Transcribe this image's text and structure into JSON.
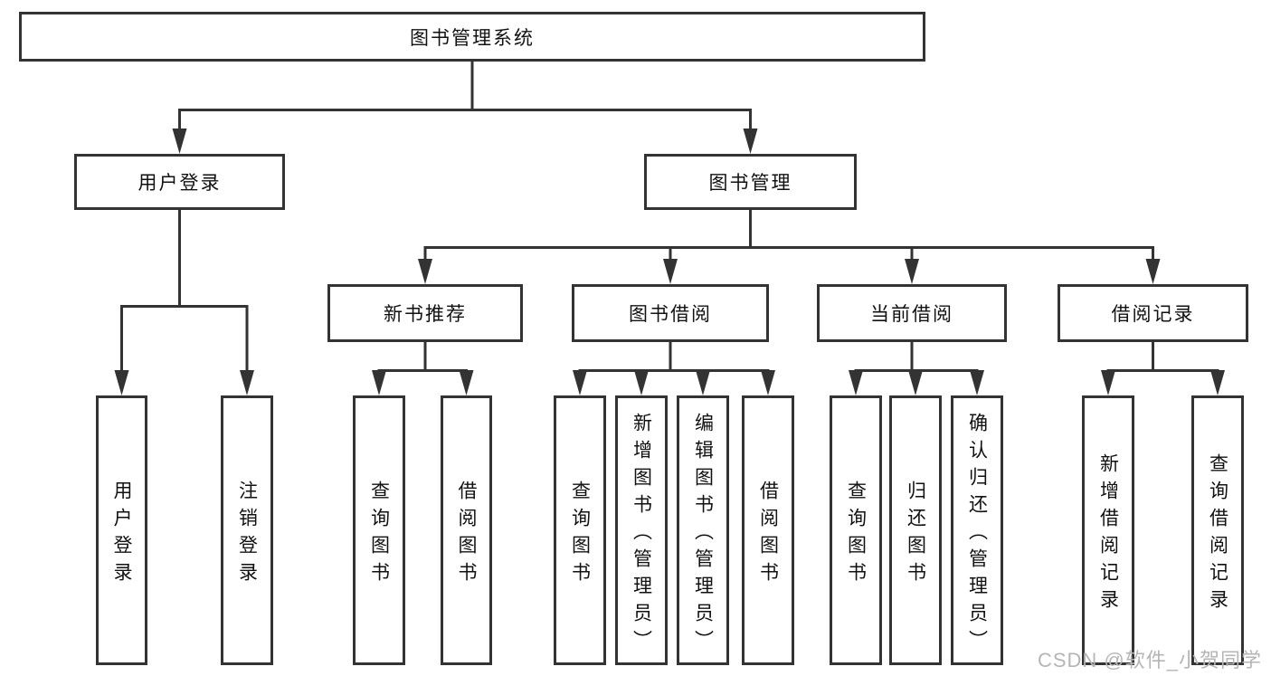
{
  "diagram_type": "tree-diagram",
  "nodes": {
    "root": "图书管理系统",
    "user_login": "用户登录",
    "book_mgmt": "图书管理",
    "new_book_rec": "新书推荐",
    "book_borrow": "图书借阅",
    "current_borrow": "当前借阅",
    "borrow_records": "借阅记录",
    "leaf_user_login": "用户登录",
    "leaf_logout": "注销登录",
    "leaf_query_books_nb": "查询图书",
    "leaf_borrow_books_nb": "借阅图书",
    "leaf_query_books_bb": "查询图书",
    "leaf_add_book": "新增图书（管理员）",
    "leaf_edit_book": "编辑图书（管理员）",
    "leaf_borrow_books_bb": "借阅图书",
    "leaf_query_books_cb": "查询图书",
    "leaf_return_book": "归还图书",
    "leaf_confirm_return": "确认归还（管理员）",
    "leaf_add_record": "新增借阅记录",
    "leaf_query_record": "查询借阅记录"
  },
  "hierarchy": [
    {
      "parent": "图书管理系统",
      "children": [
        "用户登录",
        "图书管理"
      ]
    },
    {
      "parent": "用户登录",
      "children": [
        "用户登录",
        "注销登录"
      ]
    },
    {
      "parent": "图书管理",
      "children": [
        "新书推荐",
        "图书借阅",
        "当前借阅",
        "借阅记录"
      ]
    },
    {
      "parent": "新书推荐",
      "children": [
        "查询图书",
        "借阅图书"
      ]
    },
    {
      "parent": "图书借阅",
      "children": [
        "查询图书",
        "新增图书（管理员）",
        "编辑图书（管理员）",
        "借阅图书"
      ]
    },
    {
      "parent": "当前借阅",
      "children": [
        "查询图书",
        "归还图书",
        "确认归还（管理员）"
      ]
    },
    {
      "parent": "借阅记录",
      "children": [
        "新增借阅记录",
        "查询借阅记录"
      ]
    }
  ],
  "watermark": "CSDN @软件_小贺同学",
  "colors": {
    "line": "#333333",
    "box_border": "#333333",
    "text": "#111111",
    "background": "#ffffff",
    "watermark": "#b5b5b5"
  }
}
